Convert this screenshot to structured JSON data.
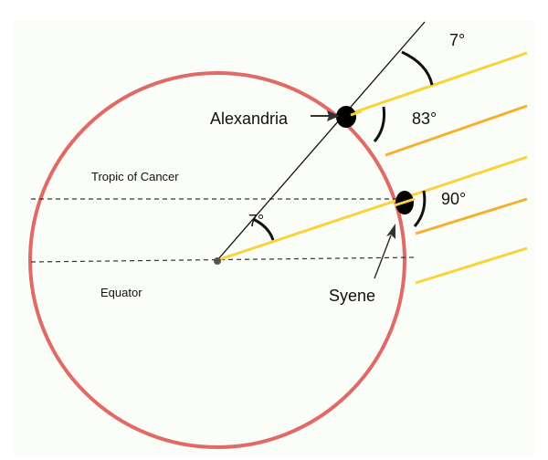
{
  "labels": {
    "alexandria": "Alexandria",
    "syene": "Syene",
    "tropic": "Tropic of Cancer",
    "equator": "Equator",
    "angle_top": "7°",
    "angle_alex": "83°",
    "angle_syene": "90°",
    "angle_center": "7°"
  },
  "colors": {
    "earth": "#e06a66",
    "ray": "#f9d33a",
    "ray_alt": "#f2a52a",
    "line": "#111111"
  }
}
